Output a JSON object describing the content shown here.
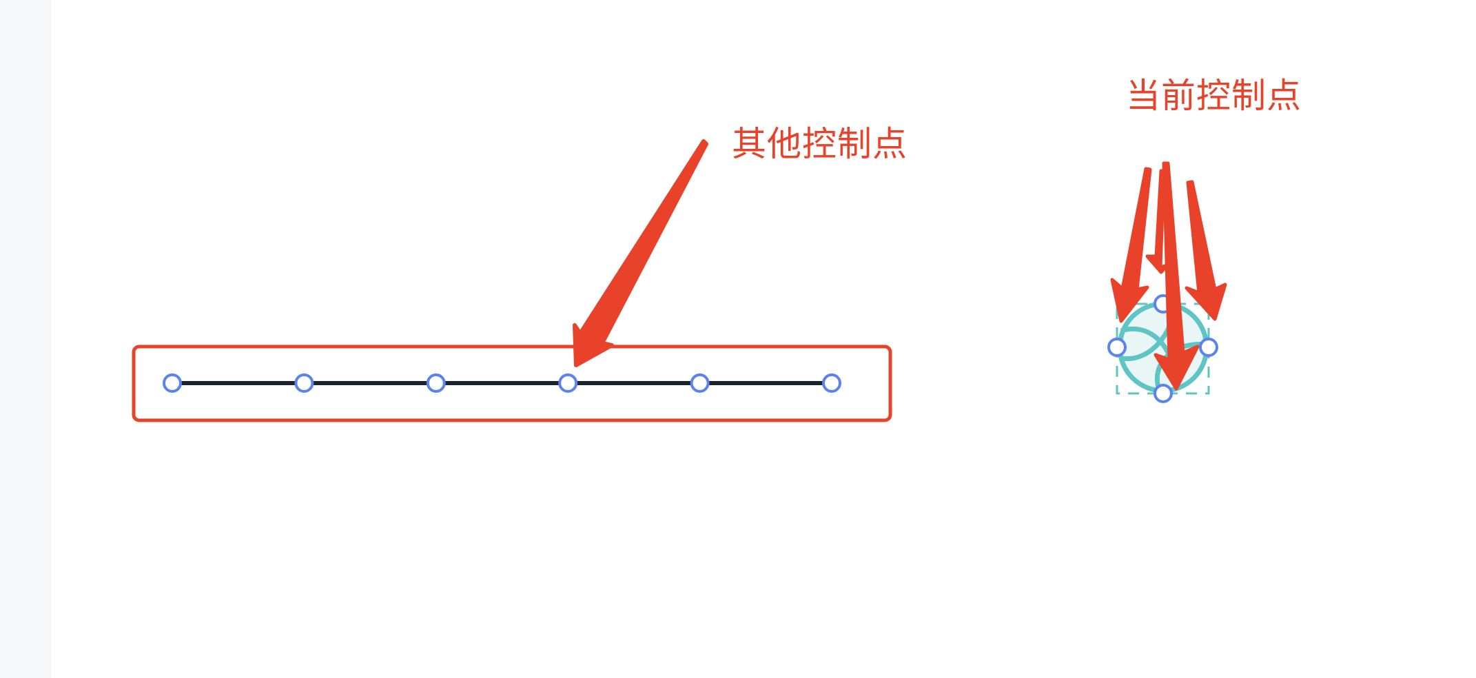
{
  "annotations": {
    "other_points_label": "其他控制点",
    "current_points_label": "当前控制点"
  },
  "colors": {
    "annotation": "#e8432a",
    "line": "#1b2230",
    "handle_stroke": "#5b82f0",
    "node_shape": "#5ec4c4"
  },
  "polyline": {
    "control_point_count": 6
  },
  "current_shape": {
    "icon": "globe-node-icon",
    "handle_count": 4
  }
}
